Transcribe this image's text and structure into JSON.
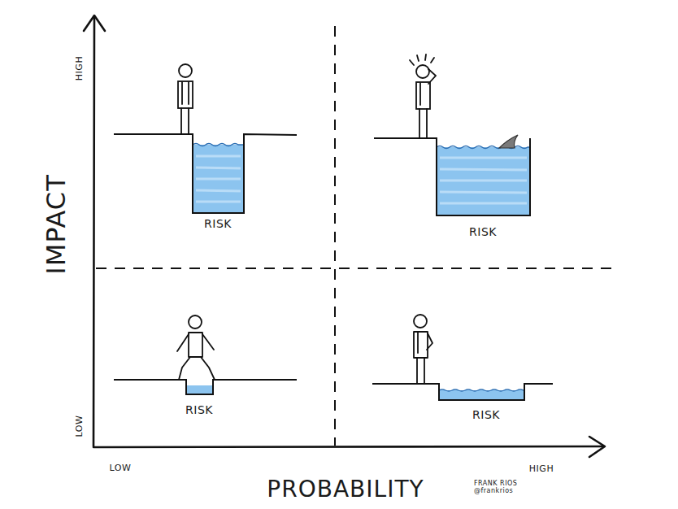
{
  "diagram": {
    "labels": [
      "HIGH",
      "IMPACT",
      "LOW",
      "RISK",
      "RISK",
      "RISK",
      "RISK",
      "LOW",
      "PROBABILITY",
      "HIGH",
      "FRANK RIOS @frankrios"
    ]
  }
}
